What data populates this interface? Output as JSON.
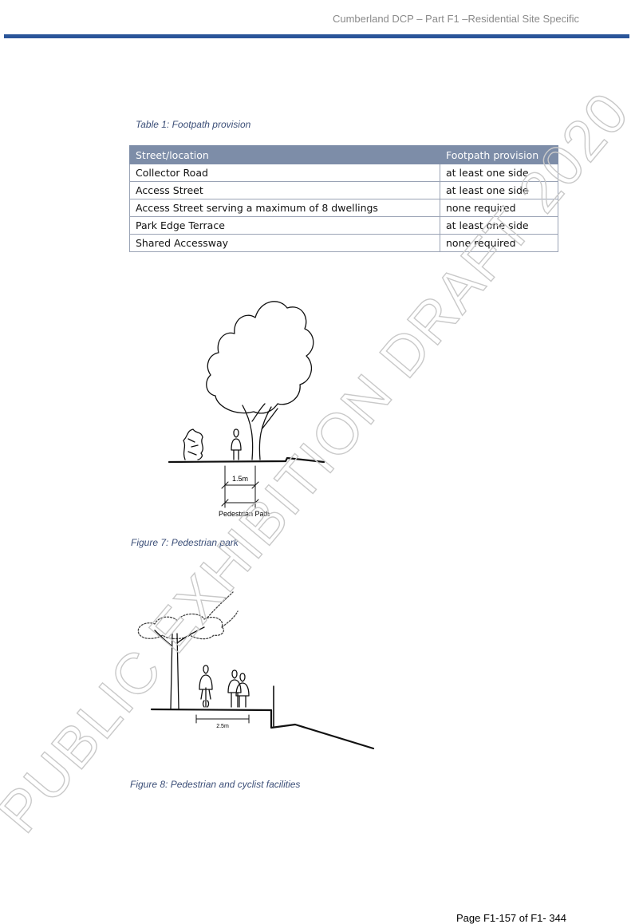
{
  "header": {
    "title": "Cumberland DCP – Part F1 –Residential Site Specific",
    "rule_color": "#2a5599"
  },
  "table1": {
    "caption": "Table 1: Footpath provision",
    "headers": [
      "Street/location",
      "Footpath provision"
    ],
    "rows": [
      [
        "Collector Road",
        "at least one side"
      ],
      [
        "Access Street",
        "at least one side"
      ],
      [
        "Access Street serving a maximum of 8 dwellings",
        "none required"
      ],
      [
        "Park Edge Terrace",
        "at least one side"
      ],
      [
        "Shared Accessway",
        "none required"
      ]
    ],
    "header_bg": "#7d8da8"
  },
  "figure7": {
    "dimension_label": "1.5m",
    "path_label": "Pedestrian Path",
    "caption": "Figure 7: Pedestrian park"
  },
  "figure8": {
    "dimension_label": "2.5m",
    "caption": "Figure 8: Pedestrian and cyclist facilities"
  },
  "watermark": {
    "text": "PUBLIC EXHIBITION DRAFT 2020"
  },
  "footer": {
    "page": "Page F1-157 of F1- 344"
  }
}
